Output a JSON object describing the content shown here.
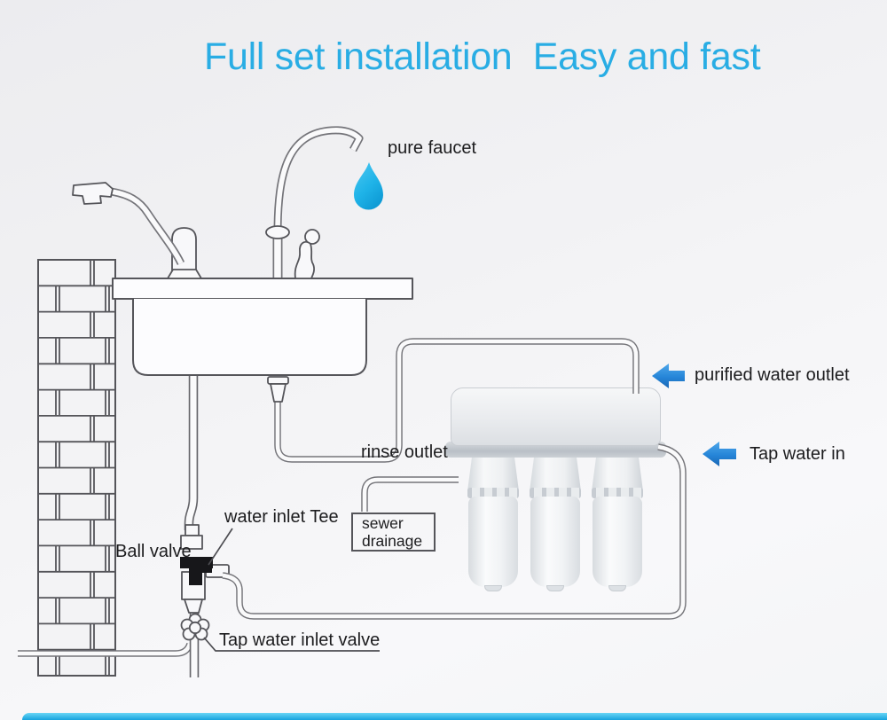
{
  "title": "Full set installation  Easy and fast",
  "labels": {
    "pure_faucet": "pure faucet",
    "purified_water_outlet": "purified water outlet",
    "tap_water_in": "Tap water in",
    "rinse_outlet": "rinse outlet",
    "water_inlet_tee": "water inlet Tee",
    "ball_valve": "Ball valve",
    "sewer_line1": "sewer",
    "sewer_line2": "drainage",
    "tap_water_inlet_valve": "Tap water inlet valve"
  },
  "colors": {
    "title": "#29ade4",
    "arrow": "#2585d8",
    "drop": "#1fb3e8",
    "bar": "#17a3dd"
  }
}
